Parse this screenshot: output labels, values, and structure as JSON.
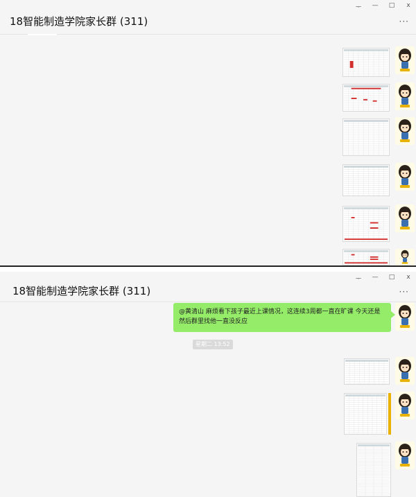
{
  "window": {
    "title": "18智能制造学院家长群 (311)",
    "controls": [
      "ᅮ",
      "—",
      "□",
      "x"
    ],
    "more": "···"
  },
  "chat": {
    "message": "@黄清山 麻烦看下孩子最近上课情况，这连续3周都一直在旷课 今天还是 然后群里找他一直没反应",
    "timestamp": "星期二 13:52"
  },
  "colors": {
    "bubble": "#95ec69",
    "highlight": "#d32f2f",
    "avatar_bg": "#fffbe6",
    "accent": "#e9b200"
  },
  "icons": [
    "avatar-icon",
    "spreadsheet-image"
  ]
}
